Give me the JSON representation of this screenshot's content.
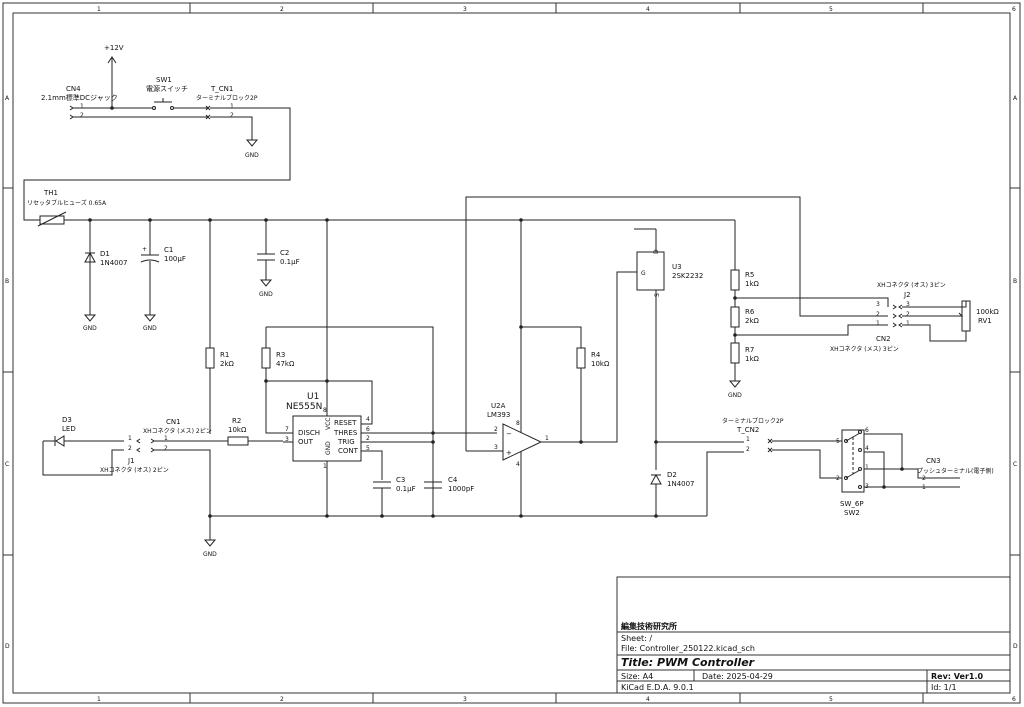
{
  "frame": {
    "cols": [
      "1",
      "2",
      "3",
      "4",
      "5",
      "6"
    ],
    "rows": [
      "A",
      "B",
      "C",
      "D"
    ]
  },
  "power": {
    "vcc_label": "+12V",
    "gnd_label": "GND"
  },
  "components": {
    "cn4": {
      "ref": "CN4",
      "value": "2.1mm標準DCジャック"
    },
    "sw1": {
      "ref": "SW1",
      "value": "電源スイッチ"
    },
    "t_cn1": {
      "ref": "T_CN1",
      "value": "ターミナルブロック2P"
    },
    "th1": {
      "ref": "TH1",
      "value": "リセッタブルヒューズ 0.65A"
    },
    "d1": {
      "ref": "D1",
      "value": "1N4007"
    },
    "c1": {
      "ref": "C1",
      "value": "100μF"
    },
    "c2": {
      "ref": "C2",
      "value": "0.1μF"
    },
    "r1": {
      "ref": "R1",
      "value": "2kΩ"
    },
    "r3": {
      "ref": "R3",
      "value": "47kΩ"
    },
    "u1": {
      "ref": "U1",
      "value": "NE555N",
      "pins": [
        "DISCH",
        "OUT",
        "RESET",
        "THRES",
        "TRIG",
        "CONT",
        "VCC",
        "GND"
      ]
    },
    "c3": {
      "ref": "C3",
      "value": "0.1μF"
    },
    "c4": {
      "ref": "C4",
      "value": "1000pF"
    },
    "d3": {
      "ref": "D3",
      "value": "LED"
    },
    "cn1": {
      "ref": "CN1",
      "value": "XHコネクタ (メス) 2ピン"
    },
    "j1": {
      "ref": "J1",
      "value": "XHコネクタ (オス) 2ピン"
    },
    "r2": {
      "ref": "R2",
      "value": "10kΩ"
    },
    "u2a": {
      "ref": "U2A",
      "value": "LM393"
    },
    "r4": {
      "ref": "R4",
      "value": "10kΩ"
    },
    "u3": {
      "ref": "U3",
      "value": "2SK2232"
    },
    "r5": {
      "ref": "R5",
      "value": "1kΩ"
    },
    "r6": {
      "ref": "R6",
      "value": "2kΩ"
    },
    "r7": {
      "ref": "R7",
      "value": "1kΩ"
    },
    "j2": {
      "ref": "J2",
      "value": "XHコネクタ (オス) 3ピン"
    },
    "cn2": {
      "ref": "CN2",
      "value": "XHコネクタ (メス) 3ピン"
    },
    "rv1": {
      "ref": "RV1",
      "value": "100kΩ"
    },
    "t_cn2": {
      "ref": "T_CN2",
      "value": "ターミナルブロック2P"
    },
    "d2": {
      "ref": "D2",
      "value": "1N4007"
    },
    "sw2": {
      "ref": "SW2",
      "value": "SW_6P"
    },
    "cn3": {
      "ref": "CN3",
      "value": "プッシュターミナル(電子側)"
    }
  },
  "title_block": {
    "org": "編集技術研究所",
    "sheet": "Sheet: /",
    "file": "File: Controller_250122.kicad_sch",
    "title": "Title: PWM Controller",
    "size": "Size: A4",
    "date": "Date: 2025-04-29",
    "rev": "Rev: Ver1.0",
    "tool": "KiCad E.D.A. 9.0.1",
    "id": "Id: 1/1"
  }
}
